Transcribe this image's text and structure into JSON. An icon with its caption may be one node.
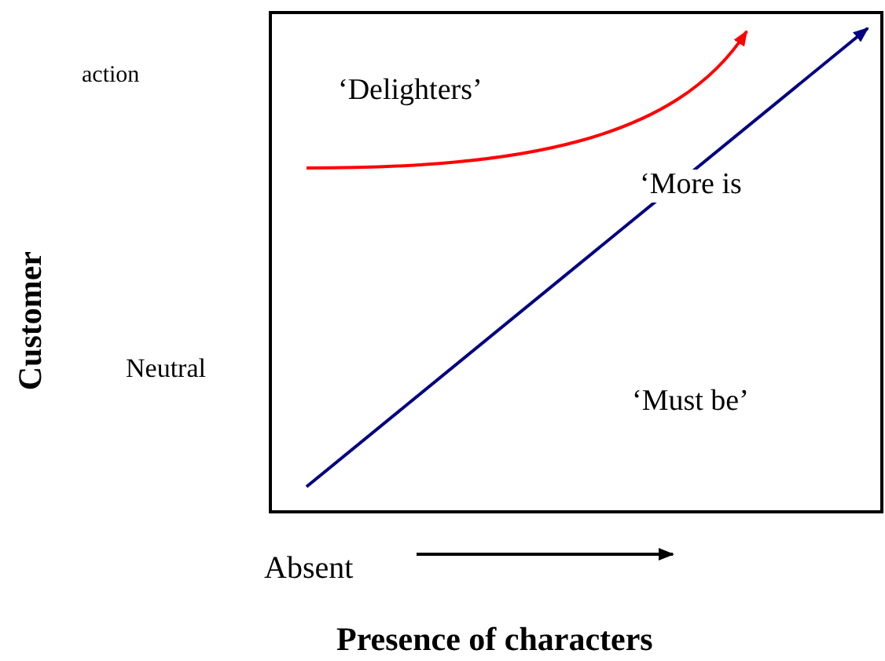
{
  "diagram": {
    "labels": [
      "action",
      "‘Delighters’",
      "‘More is",
      "Neutral",
      "‘Must be’",
      "Customer",
      "Absent",
      "Presence of characters"
    ]
  }
}
